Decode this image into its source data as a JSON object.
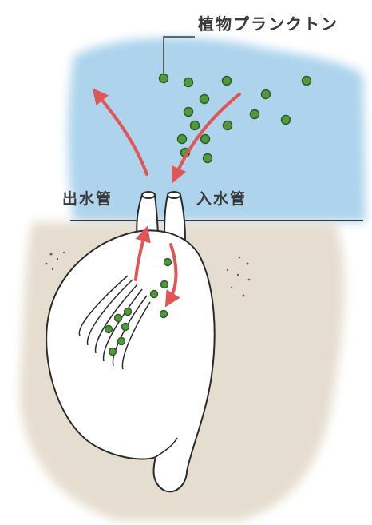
{
  "labels": {
    "plankton": "植物プランクトン",
    "exhalant_siphon": "出水管",
    "inhalant_siphon": "入水管"
  },
  "colors": {
    "water": "#a9d2ec",
    "sediment": "#e4dccd",
    "flow_arrow": "#e05656",
    "plankton": "#4f9a3d",
    "outline": "#2b2b2b"
  },
  "icons": [
    "plankton-dot",
    "flow-arrow",
    "clam-body",
    "gill"
  ]
}
